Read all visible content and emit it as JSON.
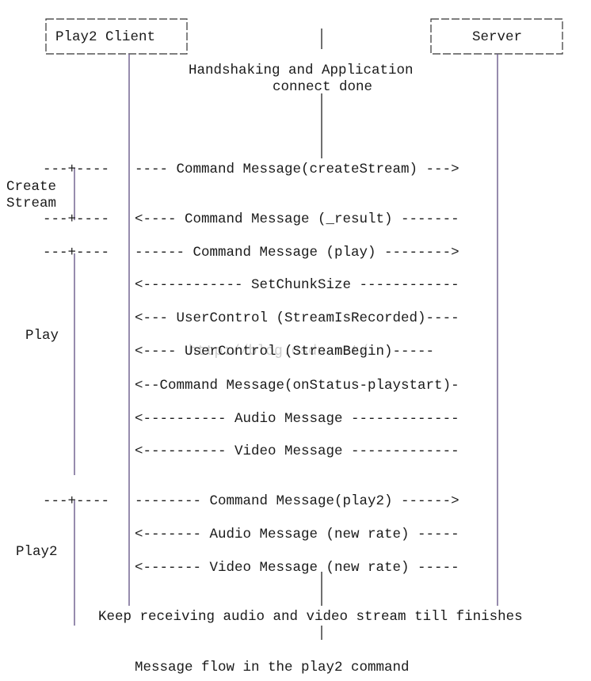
{
  "participants": {
    "client": "Play2 Client",
    "server": "Server"
  },
  "note_top": [
    "Handshaking and Application",
    "connect done"
  ],
  "groups": {
    "create_stream": [
      "Create",
      "Stream"
    ],
    "play": "Play",
    "play2": "Play2"
  },
  "messages": [
    {
      "text": "---- Command Message(createStream) --->",
      "direction": "client-to-server"
    },
    {
      "text": "<---- Command Message (_result) -------",
      "direction": "server-to-client"
    },
    {
      "text": "------ Command Message (play) -------->",
      "direction": "client-to-server"
    },
    {
      "text": "<------------ SetChunkSize ------------",
      "direction": "server-to-client"
    },
    {
      "text": "<--- UserControl (StreamIsRecorded)----",
      "direction": "server-to-client"
    },
    {
      "text": "<---- UserControl (StreamBegin)-----",
      "direction": "server-to-client"
    },
    {
      "text": "<--Command Message(onStatus-playstart)-",
      "direction": "server-to-client"
    },
    {
      "text": "<---------- Audio Message -------------",
      "direction": "server-to-client"
    },
    {
      "text": "<---------- Video Message -------------",
      "direction": "server-to-client"
    },
    {
      "text": "-------- Command Message(play2) ------>",
      "direction": "client-to-server"
    },
    {
      "text": "<------- Audio Message (new rate) -----",
      "direction": "server-to-client"
    },
    {
      "text": "<------- Video Message (new rate) -----",
      "direction": "server-to-client"
    }
  ],
  "note_bottom": "Keep receiving audio and video stream till finishes",
  "caption": "Message flow in the play2 command",
  "group_tick": "---+----",
  "watermark": "http://blog.csdn.net/"
}
